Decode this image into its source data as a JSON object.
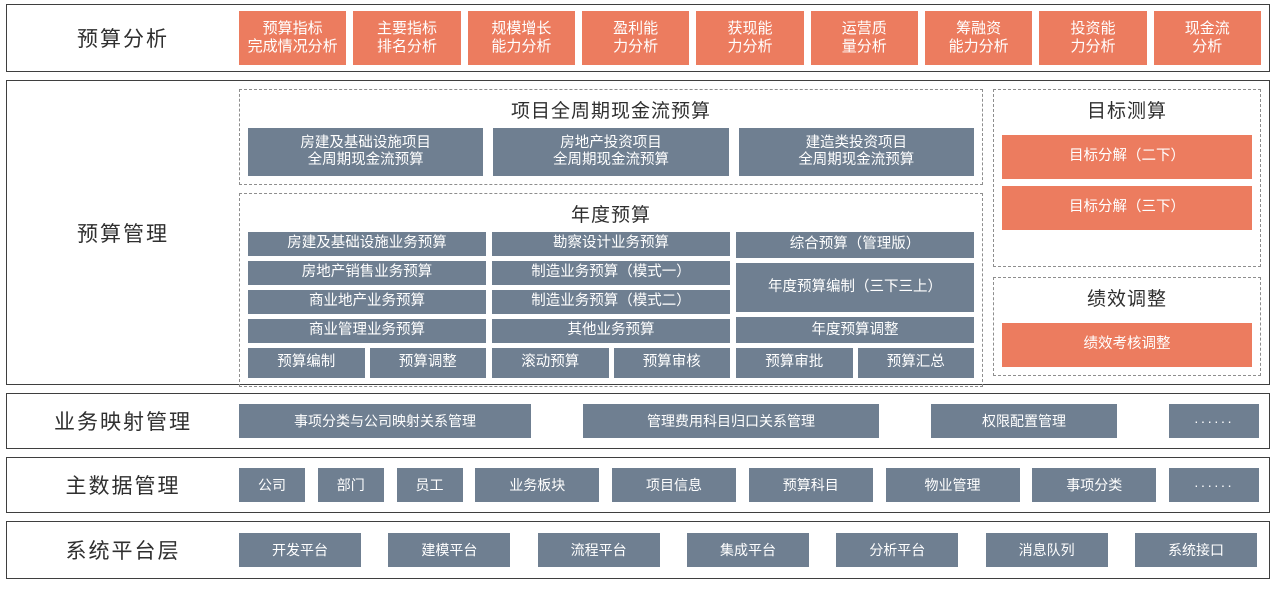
{
  "colors": {
    "orange": "#ec7c5f",
    "gray": "#6f7f91",
    "border": "#3f3f3f",
    "dashed": "#8e8e8e"
  },
  "rows": {
    "analysis": {
      "label": "预算分析",
      "tiles": [
        "预算指标\n完成情况分析",
        "主要指标\n排名分析",
        "规模增长\n能力分析",
        "盈利能\n力分析",
        "获现能\n力分析",
        "运营质\n量分析",
        "筹融资\n能力分析",
        "投资能\n力分析",
        "现金流\n分析"
      ]
    },
    "management": {
      "label": "预算管理",
      "lifecycle": {
        "title": "项目全周期现金流预算",
        "tiles": [
          "房建及基础设施项目\n全周期现金流预算",
          "房地产投资项目\n全周期现金流预算",
          "建造类投资项目\n全周期现金流预算"
        ]
      },
      "annual": {
        "title": "年度预算",
        "col1": [
          "房建及基础设施业务预算",
          "房地产销售业务预算",
          "商业地产业务预算",
          "商业管理业务预算"
        ],
        "col2": [
          "勘察设计业务预算",
          "制造业务预算（模式一）",
          "制造业务预算（模式二）",
          "其他业务预算"
        ],
        "col3": [
          "综合预算（管理版）",
          "年度预算编制（三下三上）",
          "年度预算调整"
        ],
        "footer": [
          "预算编制",
          "预算调整",
          "滚动预算",
          "预算审核",
          "预算审批",
          "预算汇总"
        ]
      },
      "target": {
        "title": "目标测算",
        "tiles": [
          "目标分解（二下）",
          "目标分解（三下）"
        ]
      },
      "performance": {
        "title": "绩效调整",
        "tiles": [
          "绩效考核调整"
        ]
      }
    },
    "mapping": {
      "label": "业务映射管理",
      "tiles": [
        "事项分类与公司映射关系管理",
        "管理费用科目归口关系管理",
        "权限配置管理",
        "······"
      ]
    },
    "master_data": {
      "label": "主数据管理",
      "tiles": [
        "公司",
        "部门",
        "员工",
        "业务板块",
        "项目信息",
        "预算科目",
        "物业管理",
        "事项分类",
        "······"
      ]
    },
    "platform": {
      "label": "系统平台层",
      "tiles": [
        "开发平台",
        "建模平台",
        "流程平台",
        "集成平台",
        "分析平台",
        "消息队列",
        "系统接口"
      ]
    }
  }
}
